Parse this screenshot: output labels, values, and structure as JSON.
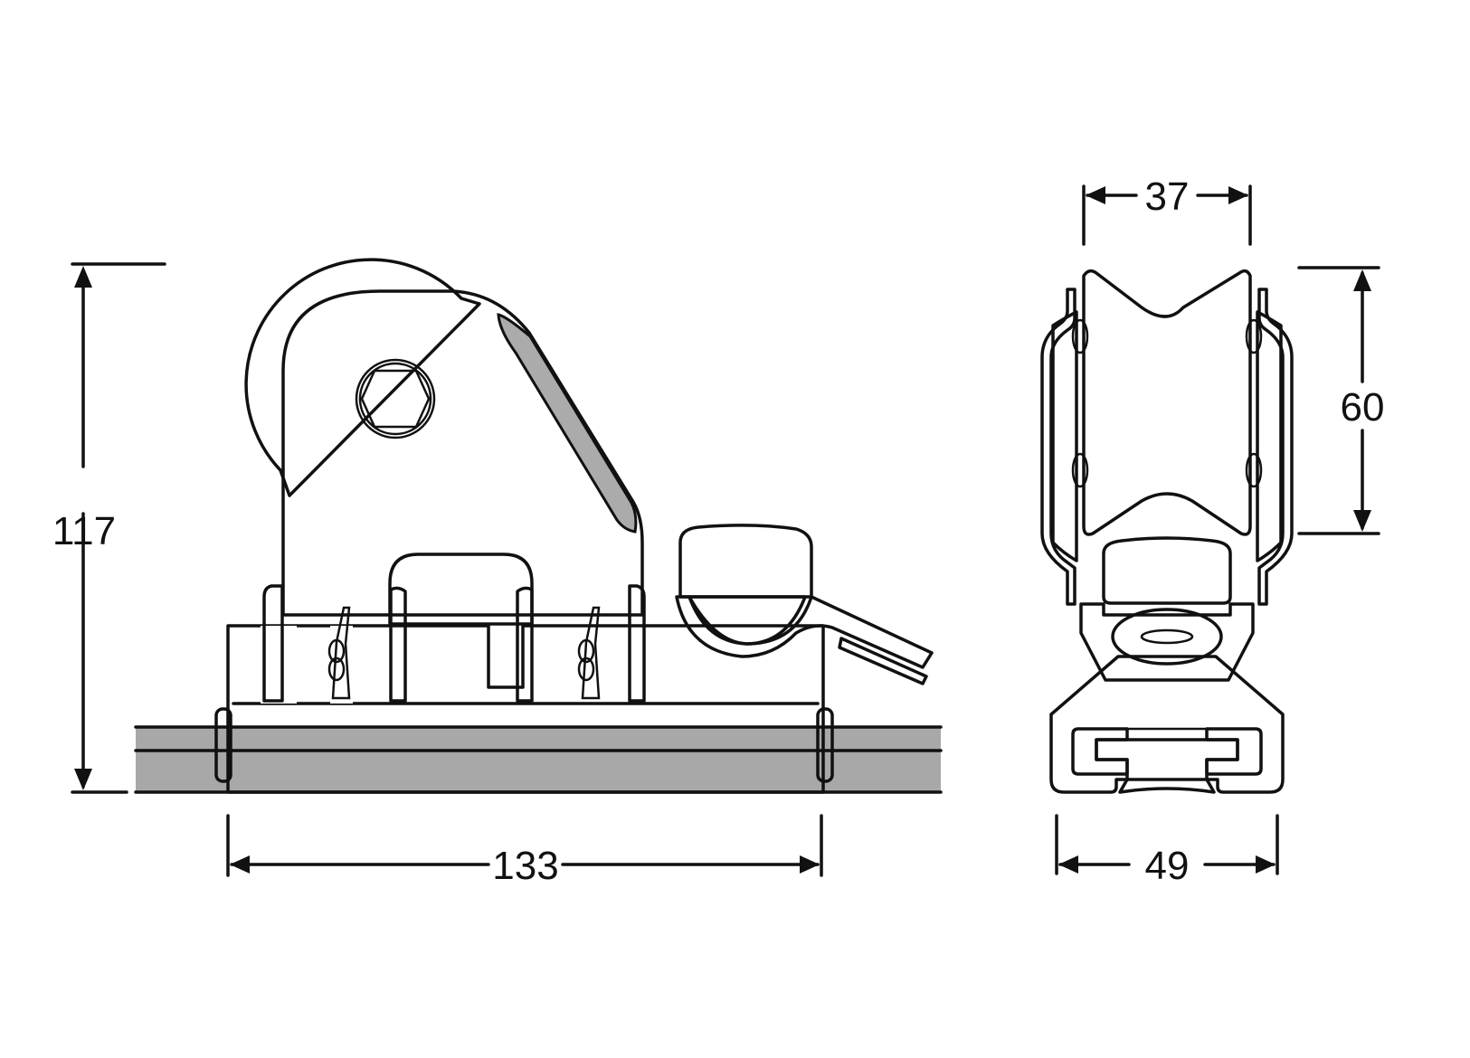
{
  "figure": {
    "type": "technical-dimension-drawing",
    "views": [
      {
        "name": "side-view",
        "description": "Traveller car with sheave block on track, side elevation"
      },
      {
        "name": "end-view",
        "description": "Traveller car with sheave block on track, end elevation"
      }
    ]
  },
  "dimensions": {
    "side_height": "117",
    "side_length": "133",
    "end_sheave_width": "37",
    "end_sheave_height": "60",
    "end_base_width": "49"
  },
  "colors": {
    "line": "#111111",
    "light_fill": "#c8c8c8",
    "mid_fill": "#b0b0b0",
    "dark_fill": "#9a9a9a",
    "track_fill": "#a8a8a8",
    "background": "#ffffff"
  }
}
